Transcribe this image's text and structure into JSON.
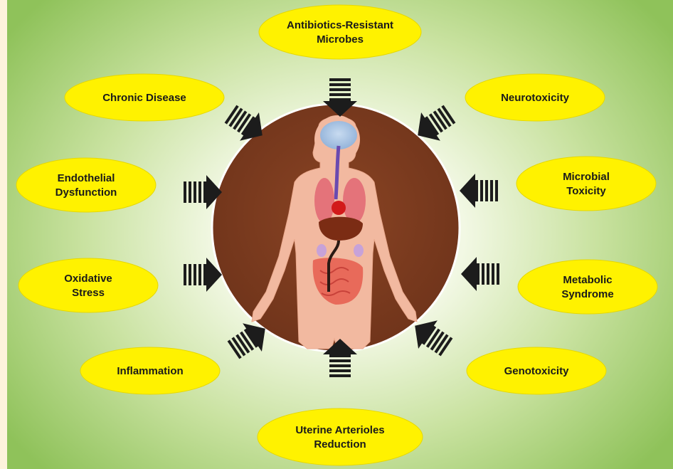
{
  "center": {
    "figure": "human-body-organs"
  },
  "colors": {
    "ellipse_fill": "#fff200",
    "circle_fill": "#7a3a1e",
    "arrow_fill": "#1c1c1c",
    "background_center": "#ffffff",
    "background_edge": "#8fc25a"
  },
  "nodes": [
    {
      "id": "antibiotics",
      "lines": [
        "Antibiotics-Resistant",
        "Microbes"
      ]
    },
    {
      "id": "neurotoxicity",
      "lines": [
        "Neurotoxicity"
      ]
    },
    {
      "id": "microbial-toxicity",
      "lines": [
        "Microbial",
        "Toxicity"
      ]
    },
    {
      "id": "metabolic-syndrome",
      "lines": [
        "Metabolic",
        "Syndrome"
      ]
    },
    {
      "id": "genotoxicity",
      "lines": [
        "Genotoxicity"
      ]
    },
    {
      "id": "uterine",
      "lines": [
        "Uterine Arterioles",
        "Reduction"
      ]
    },
    {
      "id": "inflammation",
      "lines": [
        "Inflammation"
      ]
    },
    {
      "id": "oxidative-stress",
      "lines": [
        "Oxidative",
        "Stress"
      ]
    },
    {
      "id": "endothelial",
      "lines": [
        "Endothelial",
        "Dysfunction"
      ]
    },
    {
      "id": "chronic-disease",
      "lines": [
        "Chronic Disease"
      ]
    }
  ]
}
